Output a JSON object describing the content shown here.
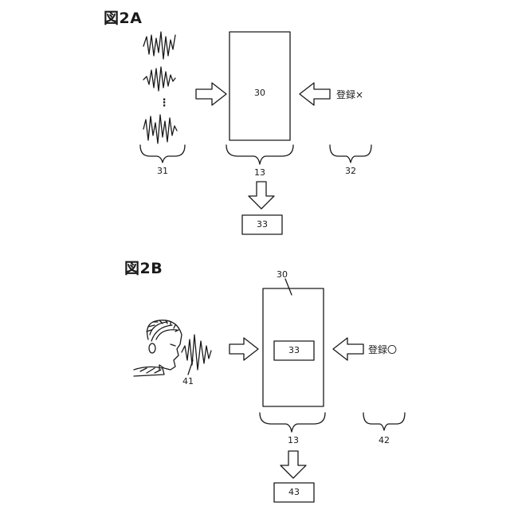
{
  "figure_a": {
    "title": "図2A",
    "model_label": "30",
    "registration_note": "登録×",
    "ellipsis": "⋮",
    "brace_label_left": "31",
    "brace_label_center": "13",
    "brace_label_right": "32",
    "output_label": "33"
  },
  "figure_b": {
    "title": "図2B",
    "model_label": "30",
    "inner_label": "33",
    "speaker_label": "41",
    "registration_note": "登録〇",
    "brace_label_center": "13",
    "brace_label_right": "42",
    "output_label": "43"
  },
  "colors": {
    "stroke": "#1a1a1a",
    "fill": "#ffffff"
  }
}
